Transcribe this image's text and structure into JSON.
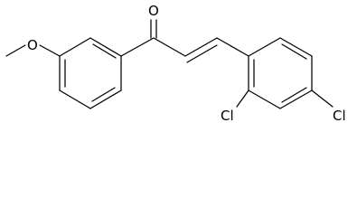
{
  "molecule": {
    "atoms": {
      "carbonyl_oxygen": "O",
      "methoxy_oxygen": "O",
      "chlorine_ortho": "Cl",
      "chlorine_para": "Cl"
    }
  }
}
